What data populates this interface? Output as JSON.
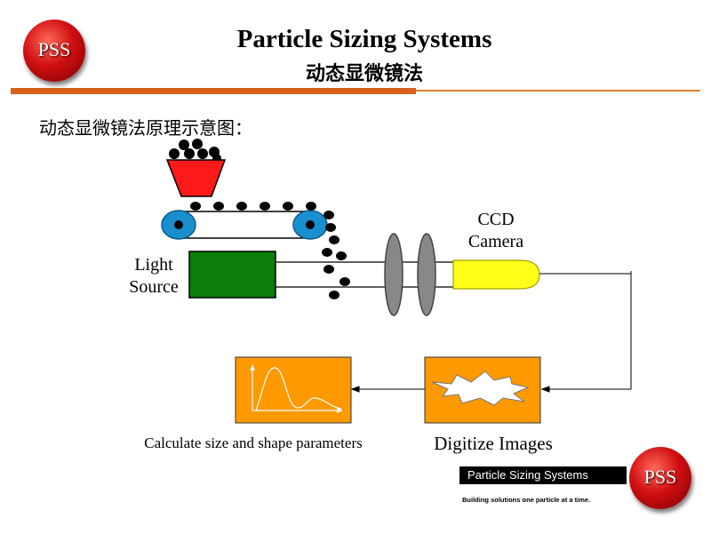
{
  "header": {
    "title": "Particle Sizing Systems",
    "subtitle_cn": "动态显微镜法"
  },
  "logo": {
    "text": "PSS"
  },
  "diagram": {
    "caption": "动态显微镜法原理示意图：",
    "light_source_label_1": "Light",
    "light_source_label_2": "Source",
    "camera_label_1": "CCD",
    "camera_label_2": "Camera",
    "calc_label": "Calculate size and shape parameters",
    "digitize_label": "Digitize Images"
  },
  "footer": {
    "company": "Particle Sizing Systems",
    "tagline": "Building solutions one particle at a time."
  },
  "colors": {
    "accent_orange": "#d95f1d",
    "hopper_red": "#ff1a1a",
    "roller_blue": "#1a8fd0",
    "light_green": "#0a7d0a",
    "camera_yellow": "#ffff1a",
    "process_orange": "#ff9900"
  }
}
